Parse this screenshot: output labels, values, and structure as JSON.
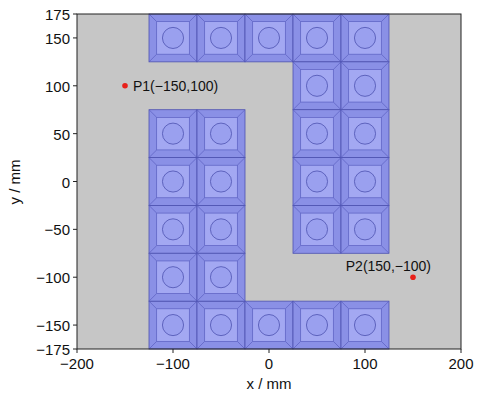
{
  "diagram": {
    "labels": [
      "175",
      "150",
      "100",
      "50",
      "0",
      "−50",
      "−100",
      "−150",
      "−175",
      "y / mm",
      "P1(−150,100)",
      "P2(150,−100)",
      "−200",
      "−100",
      "0",
      "100",
      "200",
      "x / mm"
    ]
  }
}
